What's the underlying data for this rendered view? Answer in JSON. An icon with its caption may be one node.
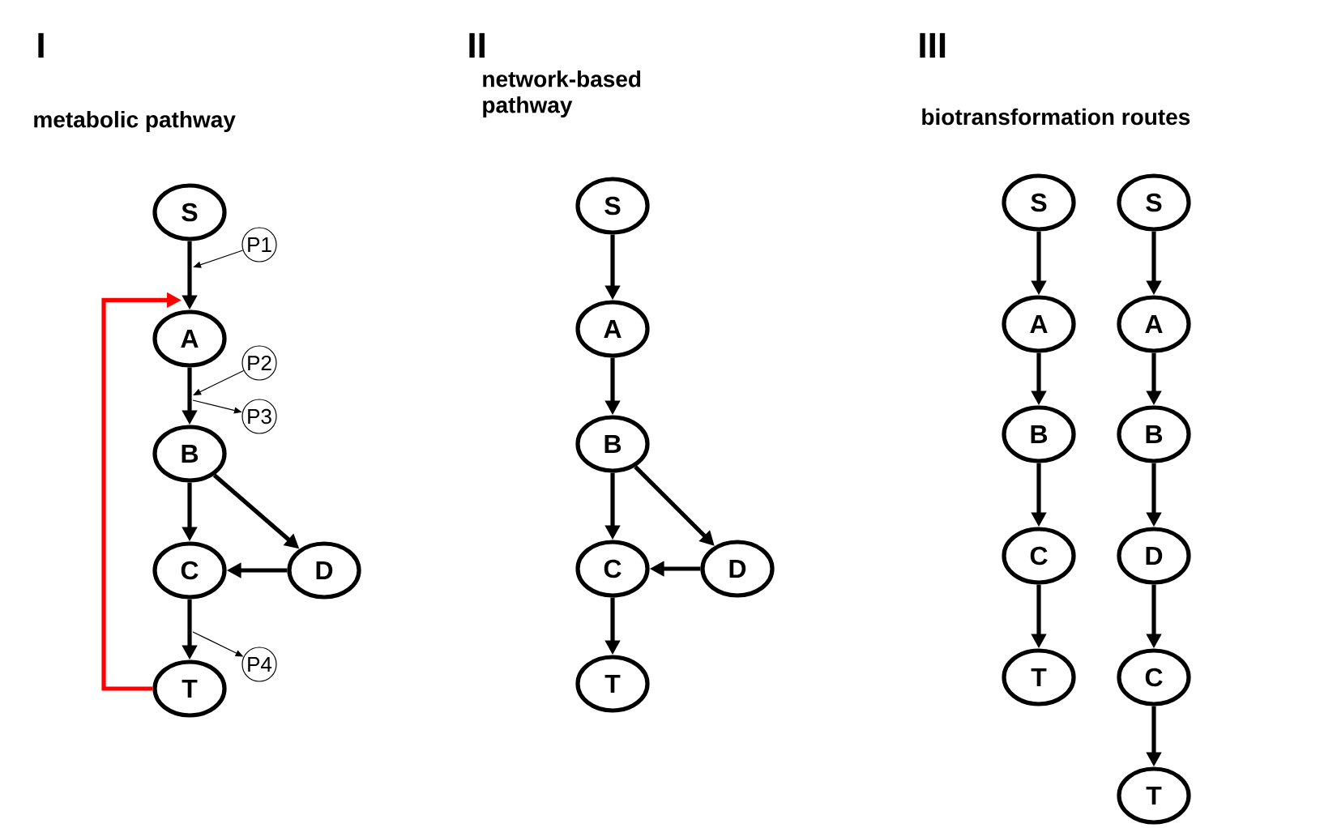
{
  "diagram": {
    "nodes": [
      {
        "text": [
          "S"
        ]
      },
      {
        "text": [
          "A"
        ]
      },
      {
        "text": [
          "B"
        ]
      },
      {
        "text": [
          "C"
        ]
      },
      {
        "text": [
          "D"
        ]
      },
      {
        "text": [
          "T"
        ]
      },
      {
        "text": [
          "P1"
        ]
      },
      {
        "text": [
          "P2"
        ]
      },
      {
        "text": [
          "P3"
        ]
      },
      {
        "text": [
          "P4"
        ]
      },
      {
        "text": [
          "S"
        ]
      },
      {
        "text": [
          "A"
        ]
      },
      {
        "text": [
          "B"
        ]
      },
      {
        "text": [
          "C"
        ]
      },
      {
        "text": [
          "D"
        ]
      },
      {
        "text": [
          "T"
        ]
      },
      {
        "text": [
          "S"
        ]
      },
      {
        "text": [
          "A"
        ]
      },
      {
        "text": [
          "B"
        ]
      },
      {
        "text": [
          "C"
        ]
      },
      {
        "text": [
          "T"
        ]
      },
      {
        "text": [
          "S"
        ]
      },
      {
        "text": [
          "A"
        ]
      },
      {
        "text": [
          "B"
        ]
      },
      {
        "text": [
          "D"
        ]
      },
      {
        "text": [
          "C"
        ]
      },
      {
        "text": [
          "T"
        ]
      }
    ],
    "edges": [
      {
        "from": 0,
        "to": 1,
        "arrow": "to"
      },
      {
        "from": 1,
        "to": 2,
        "arrow": "to"
      },
      {
        "from": 2,
        "to": 3,
        "arrow": "to"
      },
      {
        "from": 2,
        "to": 4,
        "arrow": "to"
      },
      {
        "from": 4,
        "to": 3,
        "arrow": "to"
      },
      {
        "from": 3,
        "to": 5,
        "arrow": "to"
      },
      {
        "from": 5,
        "to": 1,
        "arrow": "to",
        "color": "#ff0000"
      },
      {
        "from": 6,
        "to": null,
        "arrow": "to"
      },
      {
        "from": 7,
        "to": null,
        "arrow": "to"
      },
      {
        "from": null,
        "to": 8,
        "arrow": "to"
      },
      {
        "from": null,
        "to": 9,
        "arrow": "to"
      },
      {
        "from": 10,
        "to": 11,
        "arrow": "to"
      },
      {
        "from": 11,
        "to": 12,
        "arrow": "to"
      },
      {
        "from": 12,
        "to": 13,
        "arrow": "to"
      },
      {
        "from": 12,
        "to": 14,
        "arrow": "to"
      },
      {
        "from": 14,
        "to": 13,
        "arrow": "to"
      },
      {
        "from": 13,
        "to": 15,
        "arrow": "to"
      },
      {
        "from": 16,
        "to": 17,
        "arrow": "to"
      },
      {
        "from": 17,
        "to": 18,
        "arrow": "to"
      },
      {
        "from": 18,
        "to": 19,
        "arrow": "to"
      },
      {
        "from": 19,
        "to": 20,
        "arrow": "to"
      },
      {
        "from": 21,
        "to": 22,
        "arrow": "to"
      },
      {
        "from": 22,
        "to": 23,
        "arrow": "to"
      },
      {
        "from": 23,
        "to": 24,
        "arrow": "to"
      },
      {
        "from": 24,
        "to": 25,
        "arrow": "to"
      },
      {
        "from": 25,
        "to": 26,
        "arrow": "to"
      }
    ],
    "labels": [
      "I",
      "II",
      "III",
      "metabolic pathway",
      "network-based pathway",
      "biotransformation routes"
    ]
  }
}
